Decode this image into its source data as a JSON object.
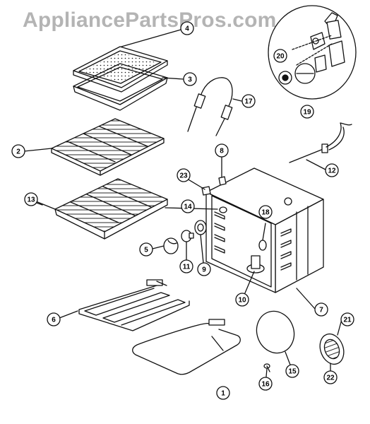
{
  "watermark": "AppliancePartsPros.com",
  "callouts": [
    {
      "id": "c1",
      "label": "1"
    },
    {
      "id": "c2",
      "label": "2"
    },
    {
      "id": "c3",
      "label": "3"
    },
    {
      "id": "c4",
      "label": "4"
    },
    {
      "id": "c5",
      "label": "5"
    },
    {
      "id": "c6",
      "label": "6"
    },
    {
      "id": "c7",
      "label": "7"
    },
    {
      "id": "c8",
      "label": "8"
    },
    {
      "id": "c9",
      "label": "9"
    },
    {
      "id": "c10",
      "label": "10"
    },
    {
      "id": "c11",
      "label": "11"
    },
    {
      "id": "c12",
      "label": "12"
    },
    {
      "id": "c13",
      "label": "13"
    },
    {
      "id": "c14",
      "label": "14"
    },
    {
      "id": "c15",
      "label": "15"
    },
    {
      "id": "c16",
      "label": "16"
    },
    {
      "id": "c17",
      "label": "17"
    },
    {
      "id": "c18",
      "label": "18"
    },
    {
      "id": "c19",
      "label": "19"
    },
    {
      "id": "c20",
      "label": "20"
    },
    {
      "id": "c21",
      "label": "21"
    },
    {
      "id": "c22",
      "label": "22"
    },
    {
      "id": "c23",
      "label": "23"
    }
  ]
}
